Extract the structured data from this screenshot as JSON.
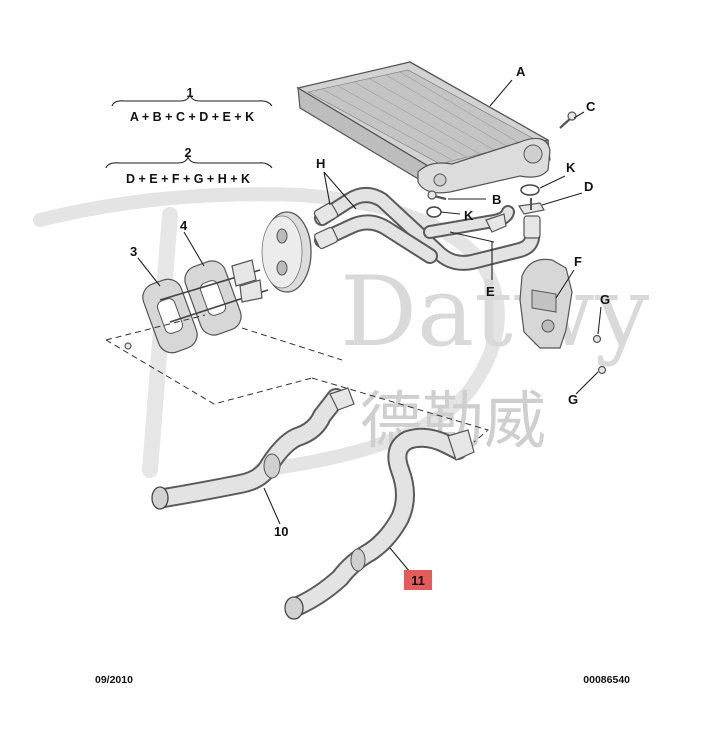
{
  "watermark": {
    "latin": "Datwy",
    "chinese": "德勒威"
  },
  "groups": [
    {
      "number": "1",
      "members": "A + B + C + D + E + K"
    },
    {
      "number": "2",
      "members": "D + E + F + G + H + K"
    }
  ],
  "labels": {
    "A": "A",
    "B": "B",
    "C": "C",
    "D": "D",
    "E": "E",
    "F": "F",
    "G1": "G",
    "G2": "G",
    "H": "H",
    "K1": "K",
    "K2": "K",
    "n3": "3",
    "n4": "4",
    "n10": "10",
    "n11": "11"
  },
  "highlight_color": "#e35b5b",
  "footer": {
    "date": "09/2010",
    "reference": "00086540"
  }
}
